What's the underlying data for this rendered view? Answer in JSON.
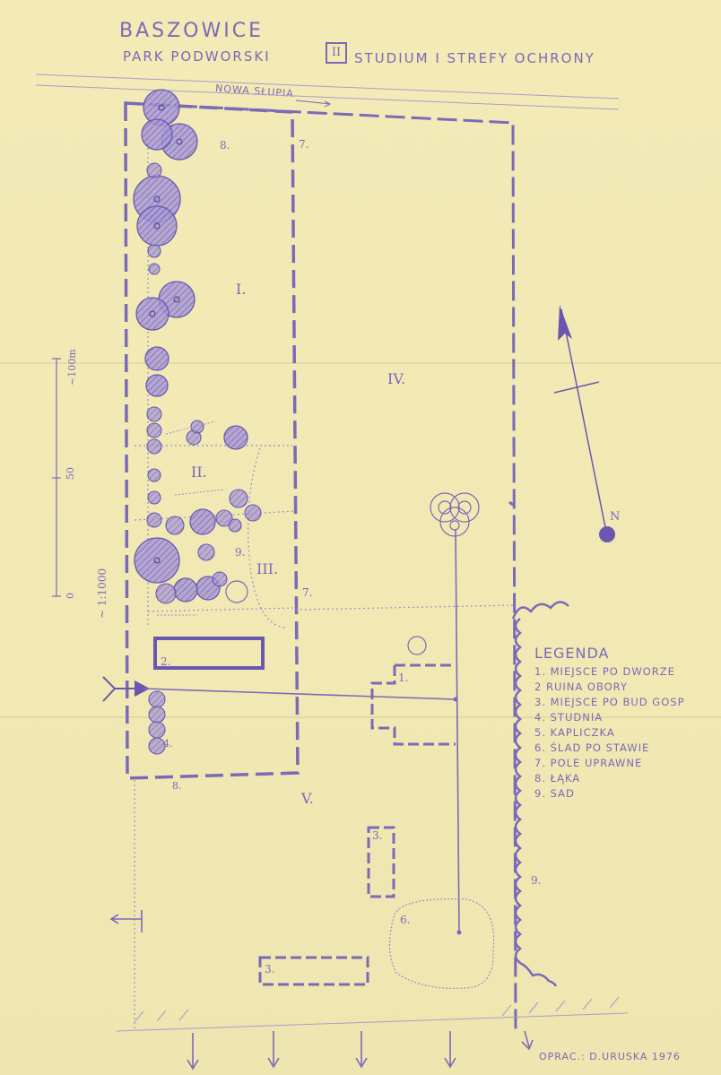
{
  "title": {
    "place": "BASZOWICE",
    "subtitle": "PARK PODWORSKI",
    "plate_number": "II",
    "plate_title": "STUDIUM I STREFY OCHRONY"
  },
  "road_label": "NOWA SŁUPIA",
  "zones": [
    {
      "id": "I",
      "label": "I."
    },
    {
      "id": "II",
      "label": "II."
    },
    {
      "id": "III",
      "label": "III."
    },
    {
      "id": "IV",
      "label": "IV."
    },
    {
      "id": "V",
      "label": "V."
    }
  ],
  "map_numbers": {
    "orchard_top": "8.",
    "field_top": "7.",
    "orchard_mid": "9.",
    "field_mid": "7.",
    "site_1": "1.",
    "site_2": "2.",
    "site_3a": "3.",
    "site_3b": "3.",
    "site_4": "4.",
    "site_6": "6.",
    "site_8": "8.",
    "site_9": "9."
  },
  "scale": {
    "tick_100": "~100m",
    "tick_50": "50",
    "tick_0": "0",
    "ratio": "~ 1:1000"
  },
  "north_label": "N",
  "legend": {
    "title": "LEGENDA",
    "items": [
      "1. MIEJSCE PO DWORZE",
      "2 RUINA OBORY",
      "3. MIEJSCE PO BUD GOSP",
      "4. STUDNIA",
      "5. KAPLICZKA",
      "6. ŚLAD PO STAWIE",
      "7. POLE UPRAWNE",
      "8. ŁĄKA",
      "9. SAD"
    ]
  },
  "author": "OPRAC.: D.URUSKA   1976",
  "colors": {
    "paper": "#f3eab6",
    "ink": "#7a6ab8",
    "ink_dark": "#6a58b0"
  }
}
